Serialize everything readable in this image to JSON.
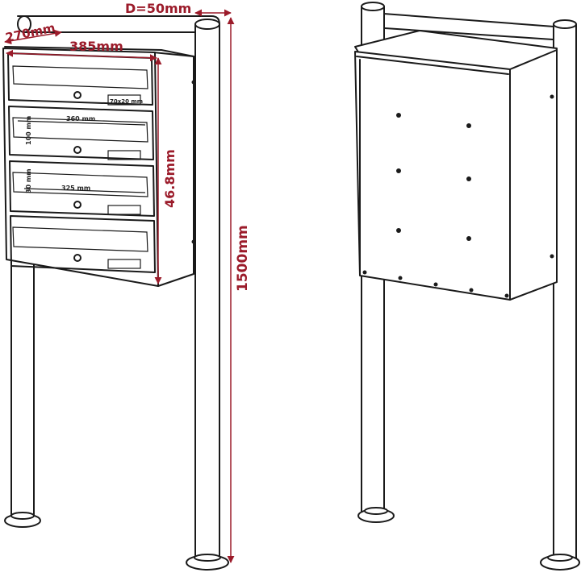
{
  "dimensions": {
    "pipe_diameter": "D=50mm",
    "depth": "270mm",
    "width": "385mm",
    "box_height": "46.8mm",
    "total_height": "1500mm",
    "slot_length": "360 mm",
    "slot_height": "100 mm",
    "slot_height_small": "30 mm",
    "slot_length_small": "325 mm",
    "label": "70x20 mm"
  },
  "colors": {
    "dimension": "#9b1b2a",
    "outline": "#1a1a1a"
  }
}
